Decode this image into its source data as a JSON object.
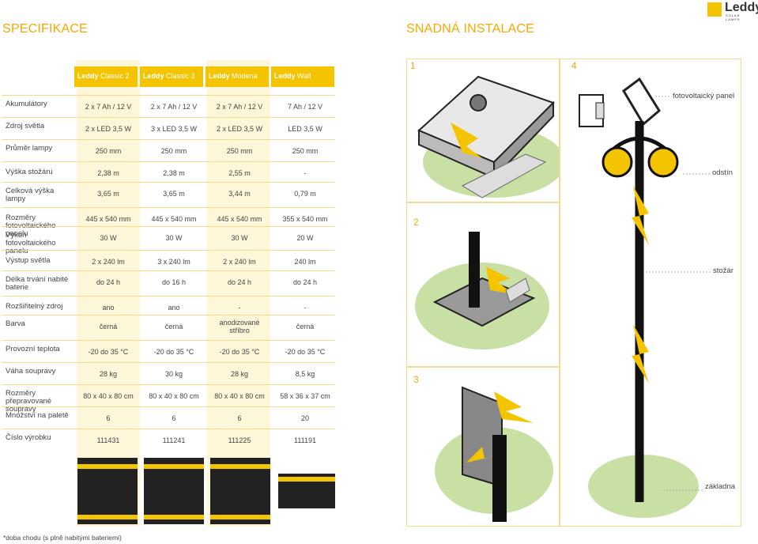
{
  "brand": {
    "logo": "Leddy",
    "tagline": "SOLAR LAMPS"
  },
  "titles": {
    "left": "SPECIFIKACE",
    "right": "SNADNÁ INSTALACE"
  },
  "products": [
    "Classic 2",
    "Classic 3",
    "Modena",
    "Wall"
  ],
  "product_logo": "Leddy",
  "rows": [
    {
      "label": "Akumulátory",
      "values": [
        "2 x 7 Ah / 12 V",
        "2 x 7 Ah / 12 V",
        "2 x 7 Ah / 12 V",
        "7 Ah / 12 V"
      ]
    },
    {
      "label": "Zdroj světla",
      "values": [
        "2 x LED 3,5 W",
        "3 x LED 3,5 W",
        "2 x LED 3,5 W",
        "LED 3,5 W"
      ]
    },
    {
      "label": "Průměr lampy",
      "values": [
        "250 mm",
        "250 mm",
        "250 mm",
        "250 mm"
      ]
    },
    {
      "label": "Výška stožáru",
      "values": [
        "2,38 m",
        "2,38 m",
        "2,55 m",
        "-"
      ]
    },
    {
      "label": "Celková výška lampy",
      "values": [
        "3,65 m",
        "3,65 m",
        "3,44 m",
        "0,79 m"
      ]
    },
    {
      "label": "Rozměry fotovoltaického panelu",
      "values": [
        "445 x 540 mm",
        "445 x 540 mm",
        "445 x 540 mm",
        "355 x 540 mm"
      ]
    },
    {
      "label": "Výkon fotovoltaického panelu",
      "values": [
        "30 W",
        "30 W",
        "30 W",
        "20 W"
      ]
    },
    {
      "label": "Výstup světla",
      "values": [
        "2 x 240 lm",
        "3 x 240 lm",
        "2 x 240 lm",
        "240 lm"
      ]
    },
    {
      "label": "Délka trvání nabité baterie",
      "values": [
        "do 24 h",
        "do 16 h",
        "do 24 h",
        "do 24 h"
      ]
    },
    {
      "label": "Rozšiřitelný zdroj",
      "values": [
        "ano",
        "ano",
        "-",
        "-"
      ]
    },
    {
      "label": "Barva",
      "values": [
        "černá",
        "černá",
        "anodizované stříbro",
        "černá"
      ]
    },
    {
      "label": "Provozní teplota",
      "values": [
        "-20 do 35 °C",
        "-20 do 35 °C",
        "-20 do 35 °C",
        "-20 do 35 °C"
      ]
    },
    {
      "label": "Váha soupravy",
      "values": [
        "28 kg",
        "30 kg",
        "28 kg",
        "8,5 kg"
      ]
    },
    {
      "label": "Rozměry přepravované soupravy",
      "values": [
        "80 x 40 x 80 cm",
        "80 x 40 x 80 cm",
        "80 x 40 x 80 cm",
        "58 x 36 x 37 cm"
      ]
    },
    {
      "label": "Množství na paletě",
      "values": [
        "6",
        "6",
        "6",
        "20"
      ]
    },
    {
      "label": "Číslo výrobku",
      "values": [
        "111431",
        "111241",
        "111225",
        "111191"
      ]
    }
  ],
  "footnote": "*doba chodu (s plně nabitými bateriemi)",
  "install": {
    "steps": [
      "1",
      "2",
      "3",
      "4"
    ],
    "callouts": {
      "panel": "fotovoltaický panel",
      "shade": "odstín",
      "pole": "stožár",
      "base": "základna"
    }
  },
  "colors": {
    "accent": "#f5c400",
    "title": "#f5a800",
    "grass": "#b8d68a",
    "dark": "#1a1a1a"
  }
}
